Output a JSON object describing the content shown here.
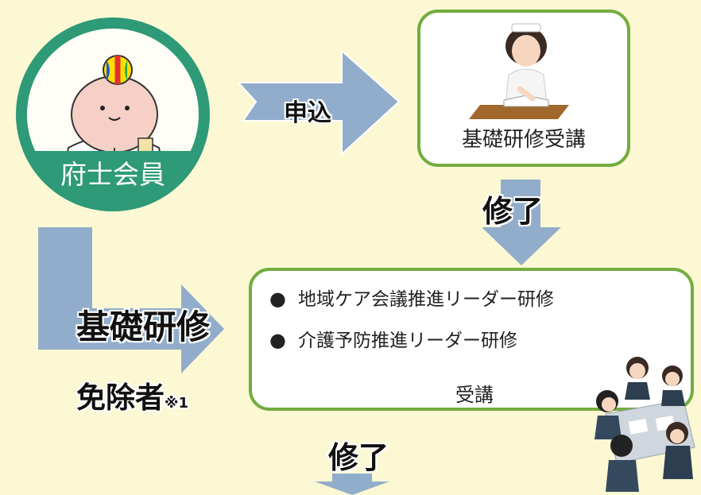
{
  "member": {
    "label": "府士会員"
  },
  "flow": {
    "apply_label": "申込",
    "basic_training_label": "基礎研修受講",
    "completion_label": "修了",
    "exempt_line1": "基礎研修",
    "exempt_line2": "免除者",
    "exempt_note": "※1",
    "leader_courses": [
      "地域ケア会議推進リーダー研修",
      "介護予防推進リーダー研修"
    ],
    "leader_attend_label": "受講",
    "completion_label_bottom": "修了"
  },
  "colors": {
    "background": "#fbf8d3",
    "circle_green": "#2e9a77",
    "box_border_green": "#73ad3f",
    "arrow_blue": "#91adcb"
  },
  "icons": {
    "mascot": "mascot-illustration",
    "student": "studying-woman-illustration",
    "meeting": "meeting-people-illustration",
    "bullet": "black-circle-bullet"
  }
}
